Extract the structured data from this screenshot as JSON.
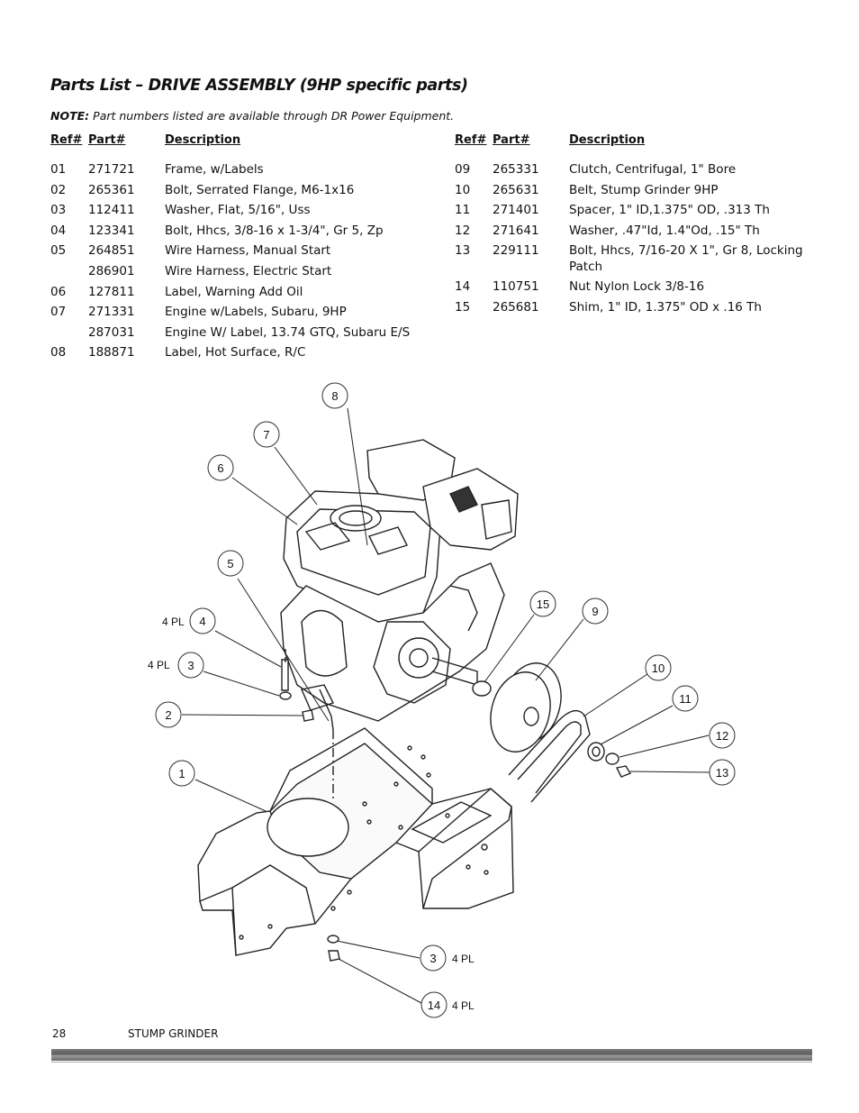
{
  "heading": "Parts List – DRIVE ASSEMBLY (9HP specific parts)",
  "note": {
    "label": "NOTE:",
    "text": "Part numbers listed are available through DR Power Equipment."
  },
  "columns": {
    "ref": "Ref#",
    "part": "Part#",
    "desc": "Description"
  },
  "left_rows": [
    {
      "ref": "01",
      "part": "271721",
      "desc": "Frame, w/Labels"
    },
    {
      "ref": "02",
      "part": "265361",
      "desc": "Bolt, Serrated Flange, M6-1x16"
    },
    {
      "ref": "03",
      "part": "112411",
      "desc": "Washer, Flat, 5/16\", Uss"
    },
    {
      "ref": "04",
      "part": "123341",
      "desc": "Bolt, Hhcs, 3/8-16 x 1-3/4\", Gr 5, Zp"
    },
    {
      "ref": "05",
      "part": "264851",
      "desc": "Wire Harness, Manual Start"
    },
    {
      "ref": "",
      "part": "286901",
      "desc": "Wire Harness, Electric Start"
    },
    {
      "ref": "06",
      "part": "127811",
      "desc": "Label, Warning Add Oil"
    },
    {
      "ref": "07",
      "part": "271331",
      "desc": "Engine w/Labels, Subaru, 9HP"
    },
    {
      "ref": "",
      "part": "287031",
      "desc": "Engine W/ Label, 13.74 GTQ, Subaru E/S"
    },
    {
      "ref": "08",
      "part": "188871",
      "desc": "Label, Hot Surface, R/C"
    }
  ],
  "right_rows": [
    {
      "ref": "09",
      "part": "265331",
      "desc": "Clutch, Centrifugal, 1\" Bore"
    },
    {
      "ref": "10",
      "part": "265631",
      "desc": "Belt, Stump Grinder 9HP"
    },
    {
      "ref": "11",
      "part": "271401",
      "desc": "Spacer, 1\" ID,1.375\" OD, .313 Th"
    },
    {
      "ref": "12",
      "part": "271641",
      "desc": "Washer, .47\"Id, 1.4\"Od, .15\" Th"
    },
    {
      "ref": "13",
      "part": "229111",
      "desc": "Bolt, Hhcs, 7/16-20 X 1\", Gr 8, Locking Patch"
    },
    {
      "ref": "14",
      "part": "110751",
      "desc": "Nut Nylon Lock 3/8-16"
    },
    {
      "ref": "15",
      "part": "265681",
      "desc": "Shim, 1\" ID, 1.375\" OD x .16 Th"
    }
  ],
  "diagram": {
    "callouts": {
      "c1": "1",
      "c2": "2",
      "c3": "3",
      "c4": "4",
      "c5": "5",
      "c6": "6",
      "c7": "7",
      "c8": "8",
      "c9": "9",
      "c10": "10",
      "c11": "11",
      "c12": "12",
      "c13": "13",
      "c14": "14",
      "c15": "15",
      "c3b": "3"
    },
    "qty_labels": {
      "q4": "4 PL",
      "q3": "4 PL",
      "q3b": "4 PL",
      "q14": "4 PL"
    }
  },
  "footer": {
    "page_number": "28",
    "title": "STUMP GRINDER"
  }
}
